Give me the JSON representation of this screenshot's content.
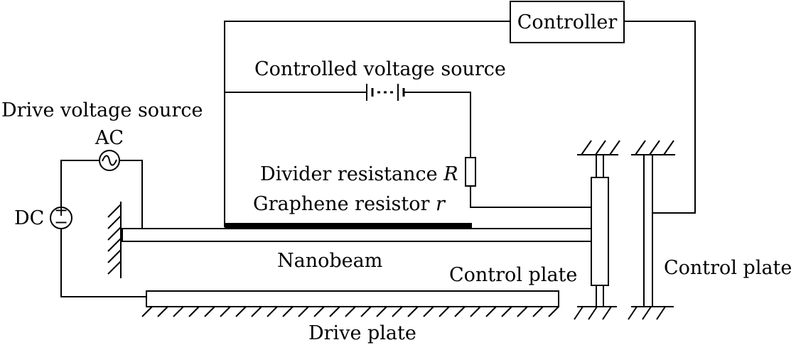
{
  "labels": {
    "controller": "Controller",
    "controlled_voltage_source": "Controlled voltage source",
    "drive_voltage_source": "Drive voltage source",
    "ac": "AC",
    "dc": "DC",
    "divider_resistance": "Divider resistance",
    "divider_symbol": "R",
    "graphene_resistor": "Graphene resistor",
    "graphene_symbol": "r",
    "nanobeam": "Nanobeam",
    "control_plate_inner": "Control plate",
    "control_plate_outer": "Control plate",
    "drive_plate": "Drive plate",
    "plus": "+",
    "minus": "−"
  }
}
